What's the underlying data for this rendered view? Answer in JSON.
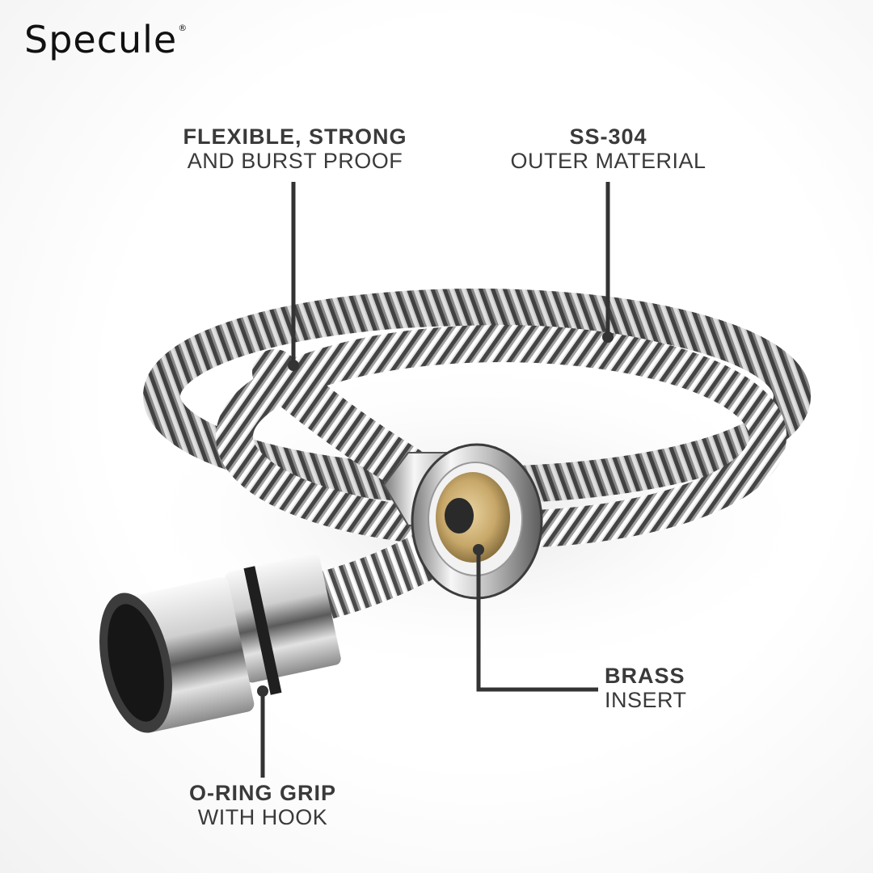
{
  "brand": {
    "name": "Specule",
    "trademark": "®"
  },
  "callouts": {
    "flexible": {
      "title": "FLEXIBLE, STRONG",
      "subtitle": "AND BURST PROOF"
    },
    "material": {
      "title": "SS-304",
      "subtitle": "OUTER MATERIAL"
    },
    "brass": {
      "title": "BRASS",
      "subtitle": "INSERT"
    },
    "oring": {
      "title": "O-RING GRIP",
      "subtitle": "WITH HOOK"
    }
  },
  "colors": {
    "text": "#3a3a3a",
    "leader_line": "#333333",
    "chrome_light": "#f4f4f4",
    "chrome_dark": "#3c3c3c",
    "brass": "#c8a86a"
  },
  "product_image": {
    "icon": "shower-hose-illustration"
  }
}
